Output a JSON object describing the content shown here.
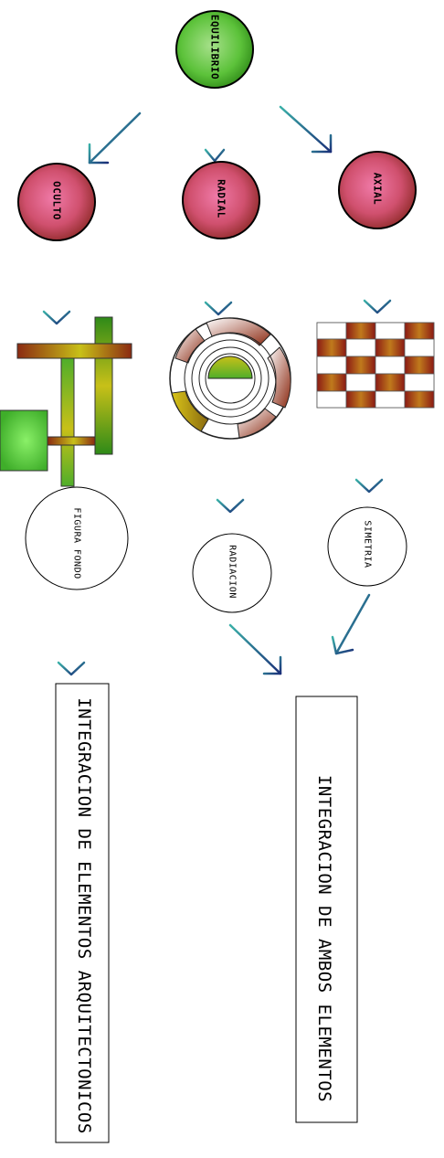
{
  "diagram": {
    "nodes": {
      "equilibrio": "EQUILIBRIO",
      "oculto": "OCULTO",
      "radial": "RADIAL",
      "axial": "AXIAL",
      "figura_fondo": "FIGURA FONDO",
      "radiacion": "RADIACION",
      "simetria": "SIMETRIA"
    },
    "boxes": {
      "integracion_arquitectonicos": "INTEGRACION DE ELEMENTOS ARQUITECTONICOS",
      "integracion_ambos": "INTEGRACION DE AMBOS ELEMENTOS"
    },
    "colors": {
      "root_fill": "#5cc23a",
      "child_fill": "#c2455e",
      "arrow": "#1e3f7a",
      "brown": "#8b2a12",
      "olive": "#a8b422",
      "green": "#4fae2a"
    }
  }
}
